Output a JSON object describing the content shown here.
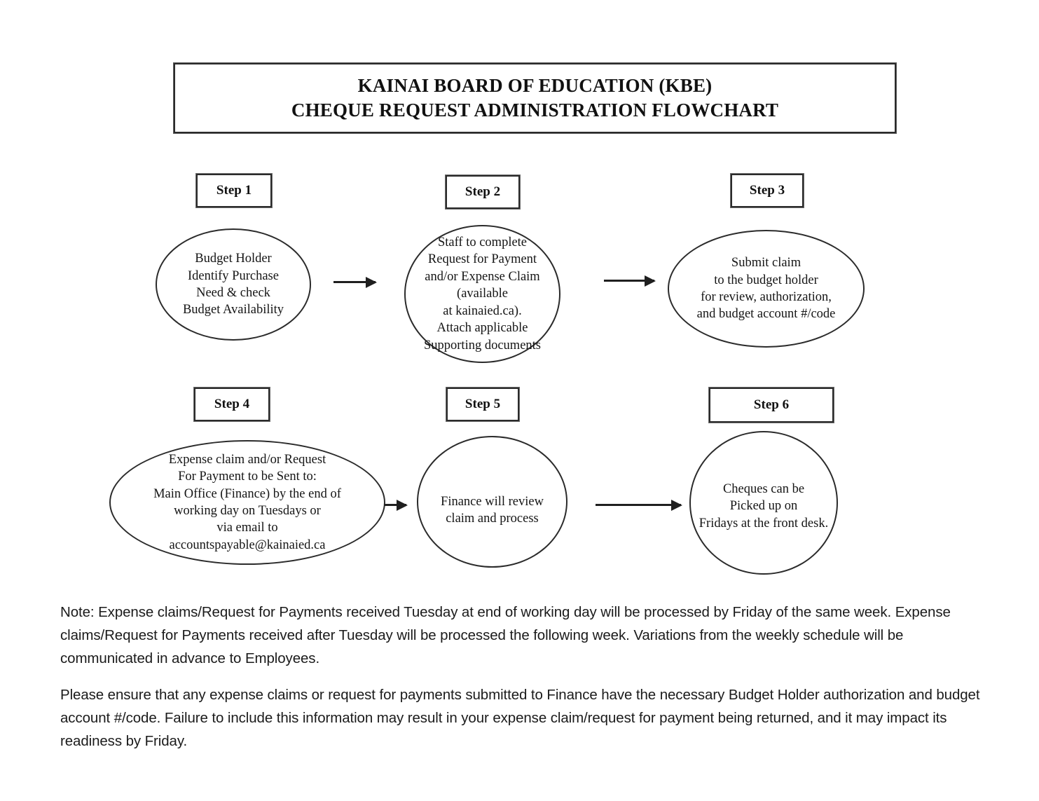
{
  "document": {
    "title_line_1": "KAINAI BOARD OF EDUCATION (KBE)",
    "title_line_2": "CHEQUE REQUEST ADMINISTRATION FLOWCHART"
  },
  "flowchart": {
    "steps": [
      {
        "label": "Step 1",
        "body": "Budget Holder\nIdentify Purchase\nNeed & check\nBudget Availability"
      },
      {
        "label": "Step 2",
        "body": "Staff to complete\nRequest for Payment\nand/or Expense Claim (available\nat kainaied.ca).\nAttach applicable\nSupporting documents"
      },
      {
        "label": "Step 3",
        "body": "Submit claim\nto the budget holder\nfor review, authorization,\nand budget account #/code"
      },
      {
        "label": "Step 4",
        "body": "Expense claim and/or Request\nFor Payment to be Sent to:\nMain Office (Finance) by the end of\nworking day on Tuesdays or\nvia email to\naccountspayable@kainaied.ca"
      },
      {
        "label": "Step 5",
        "body": "Finance will review\nclaim and process"
      },
      {
        "label": "Step 6",
        "body": "Cheques can be\nPicked up on\nFridays at the front desk."
      }
    ]
  },
  "notes": {
    "paragraph_1": "Note: Expense claims/Request for Payments received Tuesday at end of working day will be processed by Friday of the same week. Expense claims/Request for Payments received after Tuesday will be processed the following week.  Variations from the weekly schedule will be communicated in advance to Employees.",
    "paragraph_2": "Please ensure that any expense claims or request for payments submitted to Finance have the necessary Budget Holder authorization and budget account #/code. Failure to include this information may result in your expense claim/request for payment being returned, and it may impact its readiness by Friday."
  },
  "colors": {
    "ink": "#1a1a1a",
    "line": "#2b2b2b",
    "page": "#ffffff"
  }
}
